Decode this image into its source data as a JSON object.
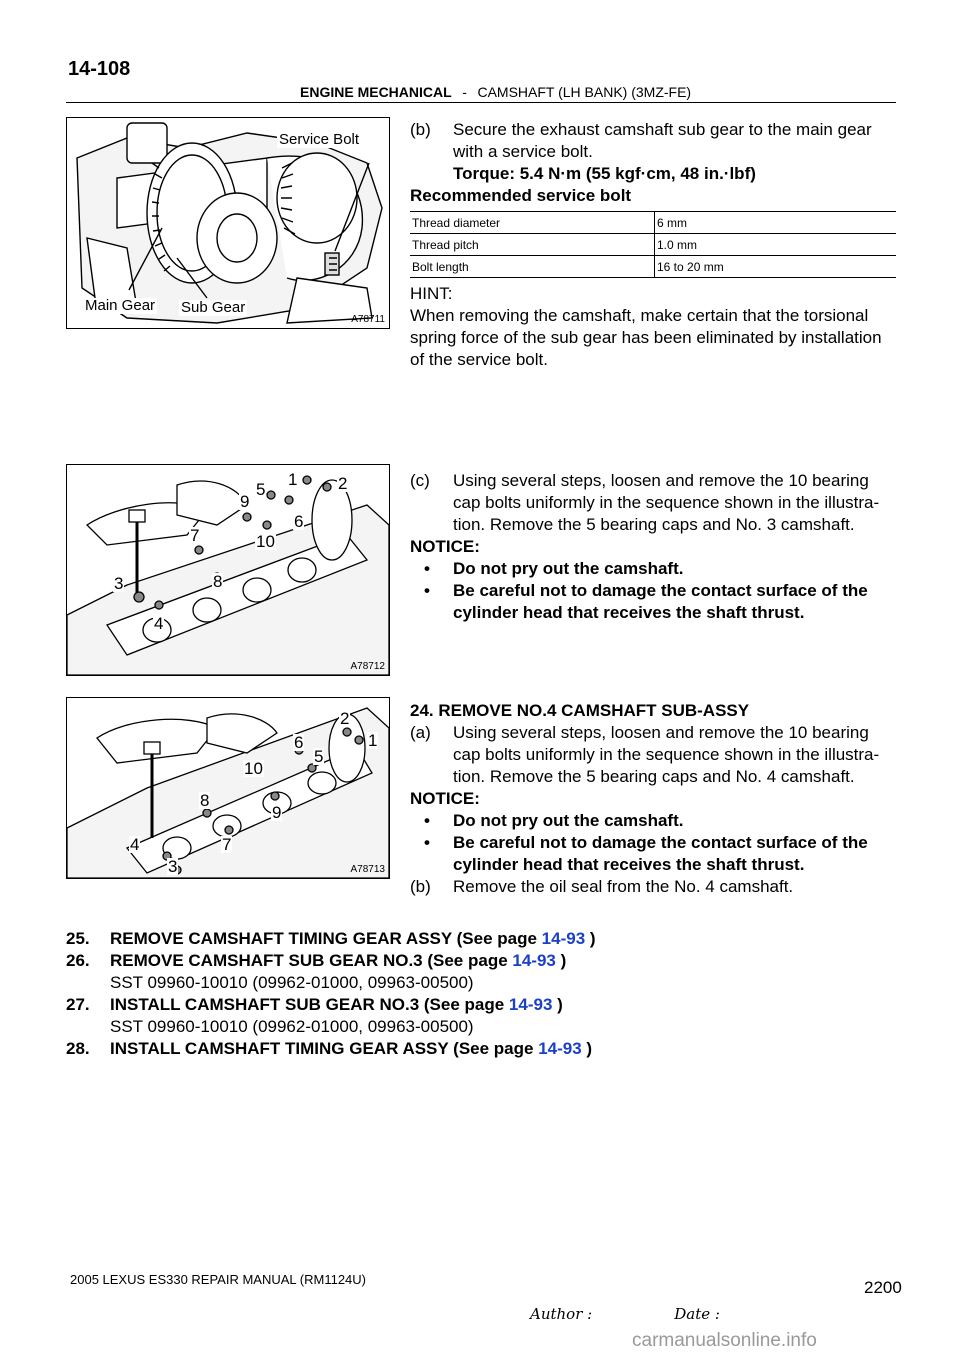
{
  "page_number": "14-108",
  "header": {
    "section": "ENGINE MECHANICAL",
    "dash": "-",
    "subsection": "CAMSHAFT (LH BANK) (3MZ-FE)"
  },
  "fig1": {
    "id": "A78711",
    "labels": {
      "service_bolt": "Service Bolt",
      "main_gear": "Main Gear",
      "sub_gear": "Sub Gear"
    }
  },
  "fig2": {
    "id": "A78712",
    "numbers": [
      "1",
      "2",
      "3",
      "4",
      "5",
      "6",
      "7",
      "8",
      "9",
      "10"
    ]
  },
  "fig3": {
    "id": "A78713",
    "numbers": [
      "1",
      "2",
      "3",
      "4",
      "5",
      "6",
      "7",
      "8",
      "9",
      "10"
    ]
  },
  "step_b": {
    "marker": "(b)",
    "line1": "Secure the exhaust camshaft sub gear to the main gear",
    "line2": "with a service bolt.",
    "torque": "Torque: 5.4 N·m (55 kgf·cm, 48 in.·lbf)"
  },
  "recommended": "Recommended service bolt",
  "spec_table": [
    {
      "label": "Thread diameter",
      "value": "6 mm"
    },
    {
      "label": "Thread pitch",
      "value": "1.0 mm"
    },
    {
      "label": "Bolt length",
      "value": "16 to 20 mm"
    }
  ],
  "hint": {
    "title": "HINT:",
    "lines": [
      "When removing the camshaft, make certain that the torsional",
      "spring force of the sub gear has been eliminated by installation",
      "of the service bolt."
    ]
  },
  "step_c": {
    "marker": "(c)",
    "lines": [
      "Using several steps, loosen and remove the 10 bearing",
      "cap bolts uniformly in the sequence shown in the illustra-",
      "tion. Remove the 5 bearing caps and No. 3 camshaft."
    ]
  },
  "notice1": {
    "title": "NOTICE:",
    "bullet": "•",
    "items": [
      "Do not pry out the camshaft.",
      "Be careful not to damage the contact surface of the",
      "cylinder head that receives the shaft thrust."
    ]
  },
  "step24": {
    "title": "24.   REMOVE NO.4 CAMSHAFT SUB-ASSY",
    "a_marker": "(a)",
    "a_lines": [
      "Using several steps, loosen and remove the 10 bearing",
      "cap bolts uniformly in the sequence shown in the illustra-",
      "tion. Remove the 5 bearing caps and No. 4 camshaft."
    ]
  },
  "notice2": {
    "title": "NOTICE:",
    "bullet": "•",
    "items": [
      "Do not pry out the camshaft.",
      "Be careful not to damage the contact surface of the",
      "cylinder head that receives the shaft thrust."
    ]
  },
  "step24b": {
    "marker": "(b)",
    "text": "Remove the oil seal from the No. 4 camshaft."
  },
  "steps": [
    {
      "num": "25.",
      "text": "REMOVE CAMSHAFT TIMING GEAR ASSY (See page ",
      "link": "14-93",
      "close": " )"
    },
    {
      "num": "26.",
      "text": "REMOVE CAMSHAFT SUB GEAR NO.3 (See page ",
      "link": "14-93",
      "close": " )",
      "sst": "SST     09960-10010  (09962-01000,  09963-00500)"
    },
    {
      "num": "27.",
      "text": "INSTALL CAMSHAFT SUB GEAR NO.3 (See page ",
      "link": "14-93",
      "close": " )",
      "sst": "SST     09960-10010  (09962-01000,  09963-00500)"
    },
    {
      "num": "28.",
      "text": "INSTALL CAMSHAFT TIMING GEAR ASSY (See page ",
      "link": "14-93",
      "close": " )"
    }
  ],
  "footer": {
    "manual": "2005 LEXUS ES330 REPAIR MANUAL   (RM1124U)",
    "author": "Author :",
    "date": "Date :",
    "page": "2200",
    "watermark": "carmanualsonline.info"
  }
}
